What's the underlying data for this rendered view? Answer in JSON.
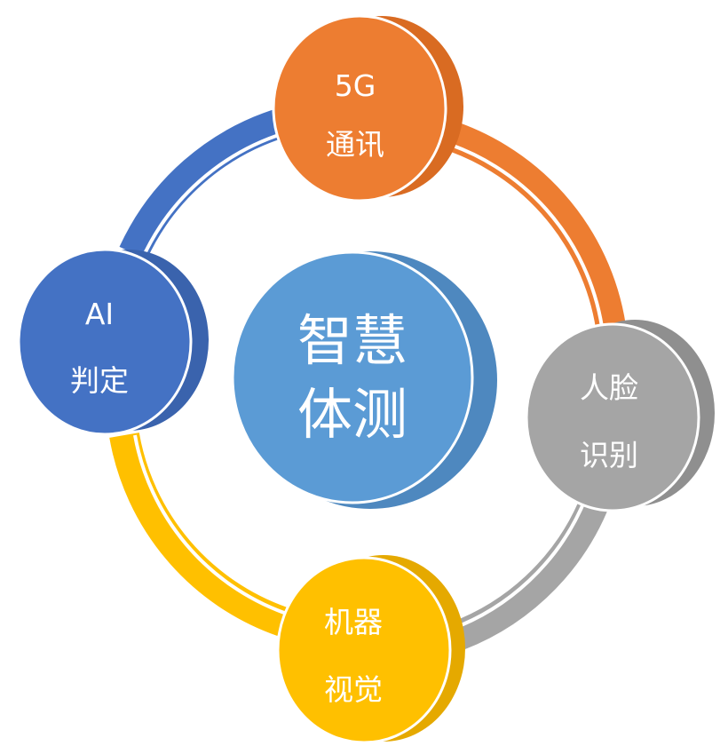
{
  "center": {
    "line1": "智慧",
    "line2": "体测"
  },
  "nodes": {
    "top": {
      "line1": "5G",
      "line2": "通讯"
    },
    "right": {
      "line1": "人脸",
      "line2": "识别"
    },
    "bottom": {
      "line1": "机器",
      "line2": "视觉"
    },
    "left": {
      "line1": "AI",
      "line2": "判定"
    }
  },
  "colors": {
    "center": "#5b9bd5",
    "center_shadow": "#4e88bf",
    "top": "#ed7d31",
    "top_shadow": "#d96b22",
    "right": "#a5a5a5",
    "right_shadow": "#8f8f8f",
    "bottom": "#ffc000",
    "bottom_shadow": "#e5a900",
    "left": "#4472c4",
    "left_shadow": "#3a63ad",
    "ring_top_right": "#ed7d31",
    "ring_right_bottom": "#a5a5a5",
    "ring_bottom_left": "#ffc000",
    "ring_left_top": "#4472c4"
  }
}
